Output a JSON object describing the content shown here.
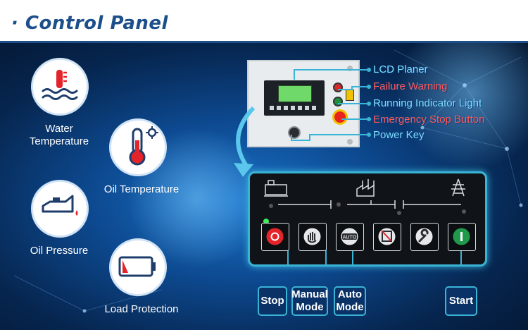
{
  "header": {
    "title": "· Control Panel"
  },
  "features": [
    {
      "label": "Water\nTemperature",
      "icon": "water-temperature-icon"
    },
    {
      "label": "Oil Temperature",
      "icon": "oil-temperature-icon"
    },
    {
      "label": "Oil Pressure",
      "icon": "oil-pressure-icon"
    },
    {
      "label": "Load Protection",
      "icon": "load-protection-icon"
    }
  ],
  "callouts": {
    "lcd": "LCD Planer",
    "failure": "Failure Warning",
    "running": "Running Indicator Light",
    "emergency": "Emergency Stop Button",
    "power": "Power Key"
  },
  "buttons": {
    "stop": "Stop",
    "manual_line1": "Manual",
    "manual_line2": "Mode",
    "auto_line1": "Auto",
    "auto_line2": "Mode",
    "start": "Start"
  },
  "panel": {
    "auto_badge": "AUTO"
  },
  "colors": {
    "accent": "#3ab4d6",
    "title": "#1d4f8a",
    "warning": "#ff5a5a",
    "callout": "#7fdfff"
  }
}
